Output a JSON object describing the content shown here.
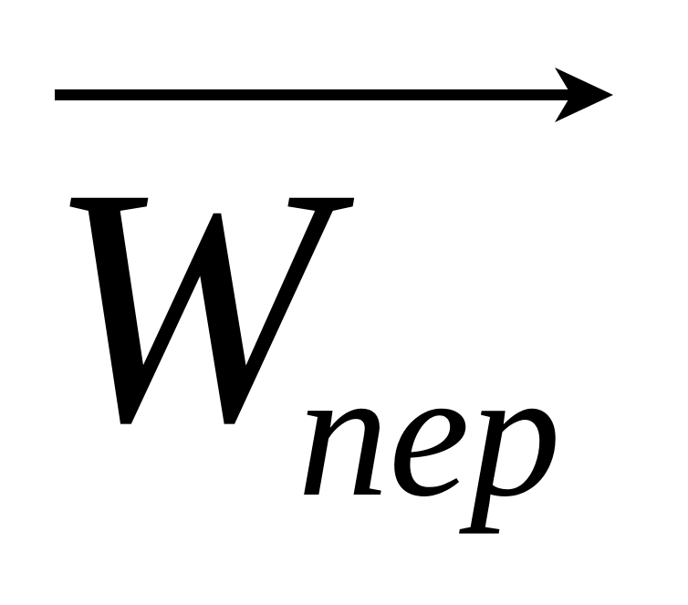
{
  "formula": {
    "symbol": "W",
    "subscript": "nep",
    "accent": "vector-arrow",
    "color": "#000000"
  }
}
